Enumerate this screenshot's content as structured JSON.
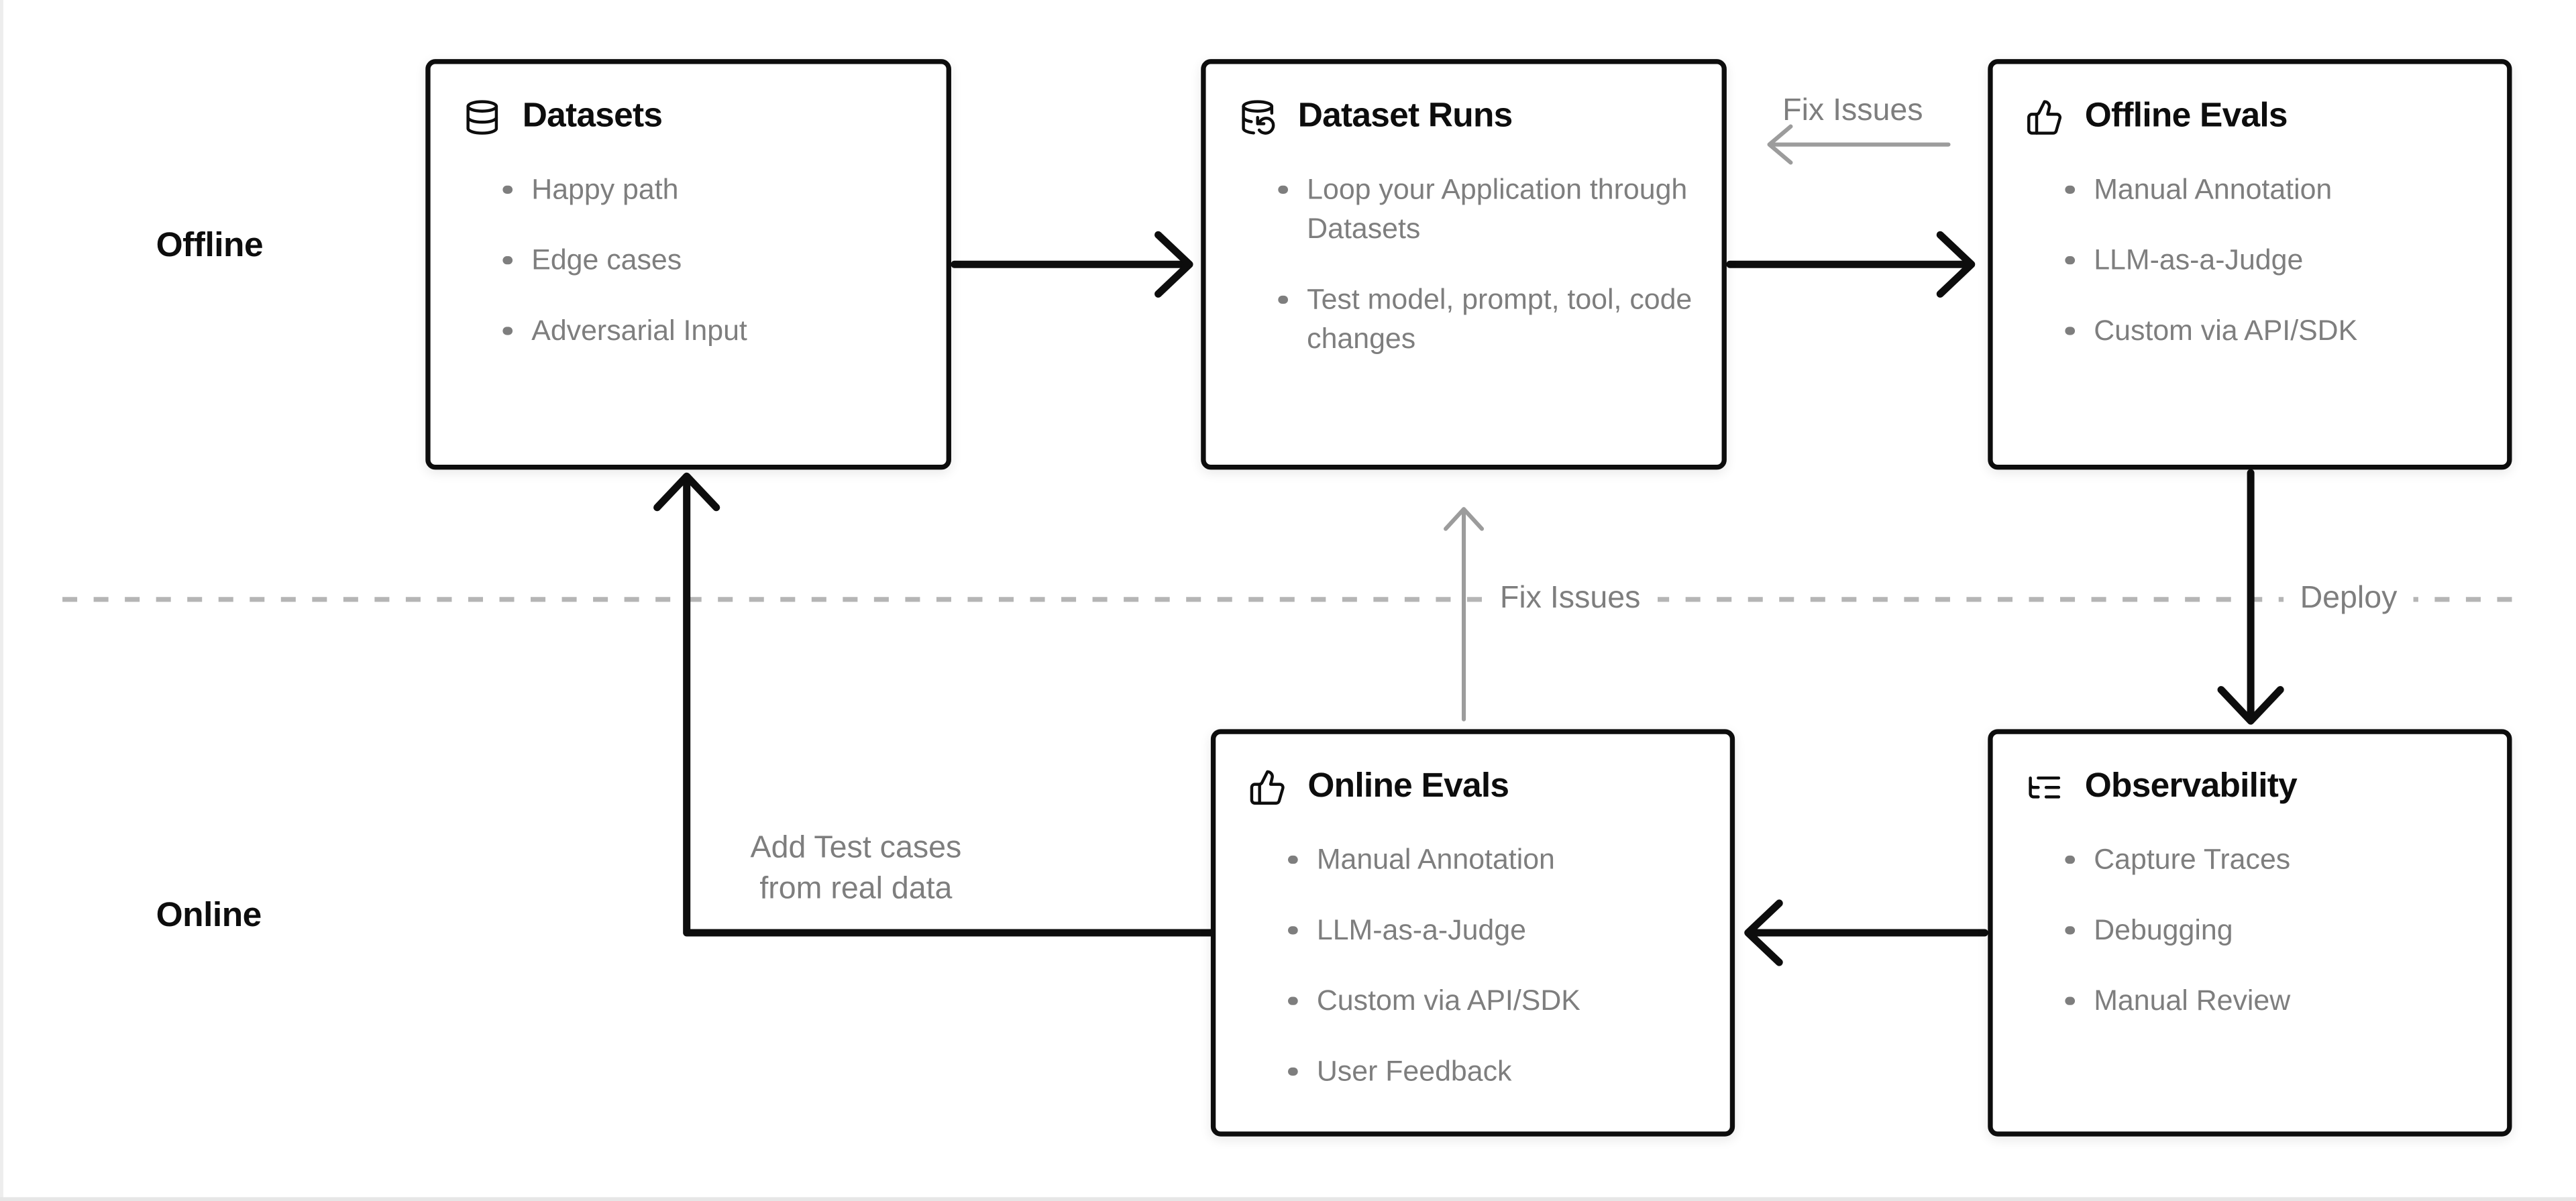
{
  "sections": {
    "offline_label": "Offline",
    "online_label": "Online"
  },
  "cards": [
    {
      "id": "datasets",
      "icon": "database-icon",
      "title": "Datasets",
      "items": [
        "Happy path",
        "Edge cases",
        "Adversarial Input"
      ]
    },
    {
      "id": "dataset-runs",
      "icon": "database-backup-icon",
      "title": "Dataset Runs",
      "items": [
        "Loop your Application through Datasets",
        "Test model, prompt, tool, code changes"
      ]
    },
    {
      "id": "offline-evals",
      "icon": "thumbs-up-icon",
      "title": "Offline Evals",
      "items": [
        "Manual Annotation",
        "LLM-as-a-Judge",
        "Custom via API/SDK"
      ]
    },
    {
      "id": "online-evals",
      "icon": "thumbs-up-icon",
      "title": "Online Evals",
      "items": [
        "Manual Annotation",
        "LLM-as-a-Judge",
        "Custom via API/SDK",
        "User Feedback"
      ]
    },
    {
      "id": "observability",
      "icon": "list-tree-icon",
      "title": "Observability",
      "items": [
        "Capture Traces",
        "Debugging",
        "Manual Review"
      ]
    }
  ],
  "edge_labels": {
    "fix_issues_top": "Fix Issues",
    "fix_issues_mid": "Fix Issues",
    "deploy": "Deploy",
    "add_test_cases": [
      "Add Test cases",
      "from real data"
    ]
  },
  "edges": [
    {
      "from": "Datasets",
      "to": "Dataset Runs",
      "style": "solid-black-arrow"
    },
    {
      "from": "Dataset Runs",
      "to": "Offline Evals",
      "style": "solid-black-arrow"
    },
    {
      "from": "Offline Evals",
      "to": "Observability",
      "label": "Deploy",
      "style": "solid-black-arrow"
    },
    {
      "from": "Observability",
      "to": "Online Evals",
      "style": "solid-black-arrow"
    },
    {
      "from": "Online Evals",
      "to": "Datasets",
      "label": "Add Test cases from real data",
      "style": "solid-black-arrow"
    },
    {
      "from": "Online Evals",
      "to": "Dataset Runs",
      "label": "Fix Issues",
      "style": "thin-gray-arrow"
    },
    {
      "from": "Offline Evals",
      "to": "Dataset Runs",
      "label": "Fix Issues",
      "style": "thin-gray-arrow"
    }
  ],
  "divider": {
    "orientation": "horizontal",
    "style": "dashed",
    "separates": [
      "Offline",
      "Online"
    ]
  },
  "colors": {
    "ink": "#0d0d0d",
    "muted": "#7e7e7e",
    "gray_arrow": "#9c9c9c",
    "dash": "#b5b5b5",
    "card_bg": "#ffffff",
    "page_bg": "#ffffff",
    "edge_strip": "#e6e6e6"
  }
}
